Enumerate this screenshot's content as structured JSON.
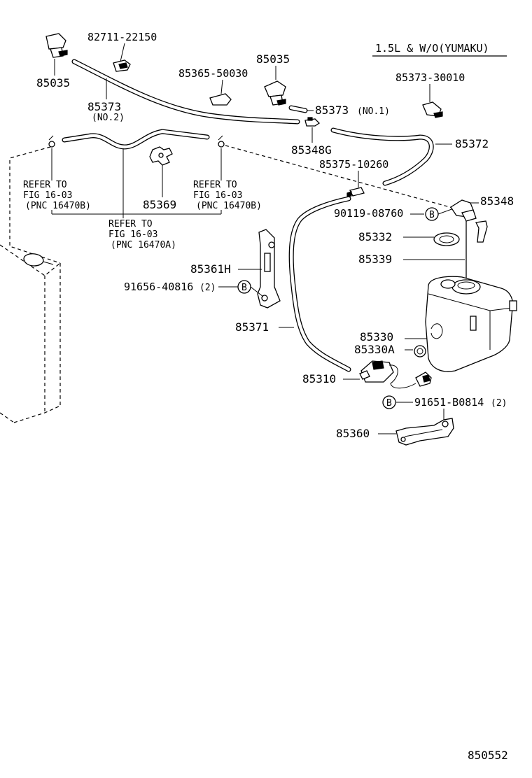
{
  "header": {
    "variant_label": "1.5L & W/O(YUMAKU)"
  },
  "footer": {
    "figure_number": "850552"
  },
  "callouts": {
    "c85035_left": "85035",
    "c82711": "82711-22150",
    "c85035_right": "85035",
    "c85365": "85365-50030",
    "c85373_no2": "85373",
    "c85373_no2_sub": "(NO.2)",
    "c85373_no1": "85373",
    "c85373_no1_sub": "(NO.1)",
    "c85373_30010": "85373-30010",
    "c85348G": "85348G",
    "c85372": "85372",
    "c85375": "85375-10260",
    "c85369": "85369",
    "c90119": "90119-08760",
    "c85348": "85348",
    "c85332": "85332",
    "c85339": "85339",
    "c85361H": "85361H",
    "c91656": "91656-40816",
    "c91656_qty": "(2)",
    "c85371": "85371",
    "c85330": "85330",
    "c85330A": "85330A",
    "c85310": "85310",
    "c91651": "91651-B0814",
    "c91651_qty": "(2)",
    "c85360": "85360"
  },
  "refs": {
    "left": {
      "l1": "REFER TO",
      "l2": "FIG 16-03",
      "l3": "(PNC 16470B)"
    },
    "right": {
      "l1": "REFER TO",
      "l2": "FIG 16-03",
      "l3": "(PNC 16470B)"
    },
    "center": {
      "l1": "REFER TO",
      "l2": "FIG 16-03",
      "l3": "(PNC 16470A)"
    }
  },
  "markers": {
    "b1": "B",
    "b2": "B",
    "b3": "B"
  }
}
